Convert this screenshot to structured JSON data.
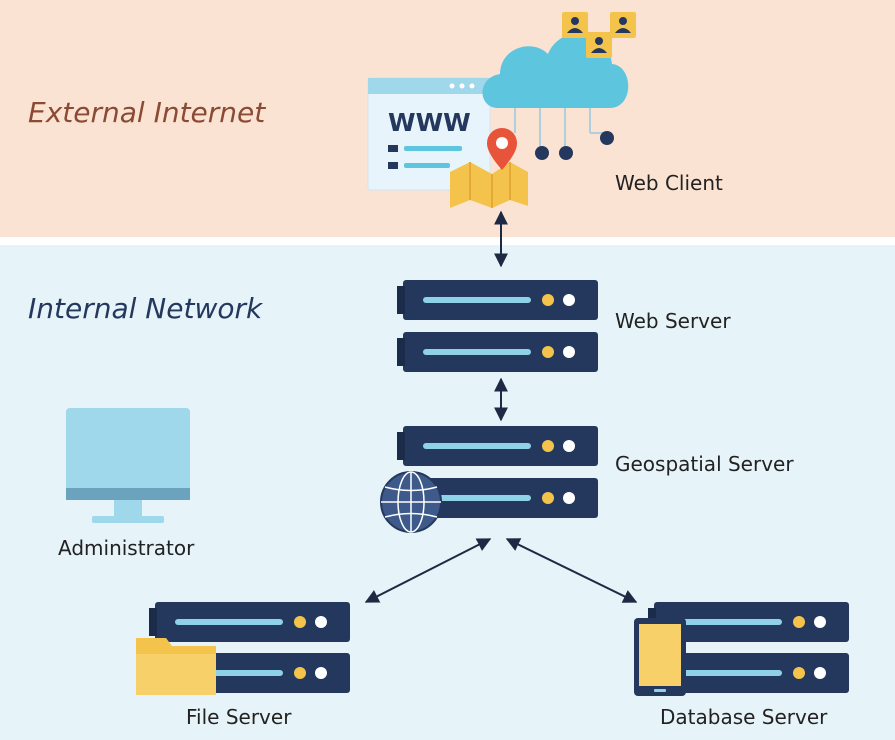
{
  "zones": {
    "external": {
      "label": "External Internet"
    },
    "internal": {
      "label": "Internal Network"
    }
  },
  "nodes": {
    "web_client": "Web Client",
    "web_server": "Web Server",
    "geospatial_server": "Geospatial Server",
    "administrator": "Administrator",
    "file_server": "File Server",
    "database_server": "Database Server"
  },
  "browser": {
    "www_text": "WWW"
  },
  "colors": {
    "external_bg": "#FBE3D4",
    "internal_bg": "#E6F3F8",
    "server_dark": "#24385E",
    "server_light": "#8FD2E8",
    "accent_yellow": "#F4C34C",
    "cloud": "#5EC5DE",
    "pin": "#E8543A",
    "zone_text_external": "#8B4A33",
    "zone_text_internal": "#24385E"
  }
}
